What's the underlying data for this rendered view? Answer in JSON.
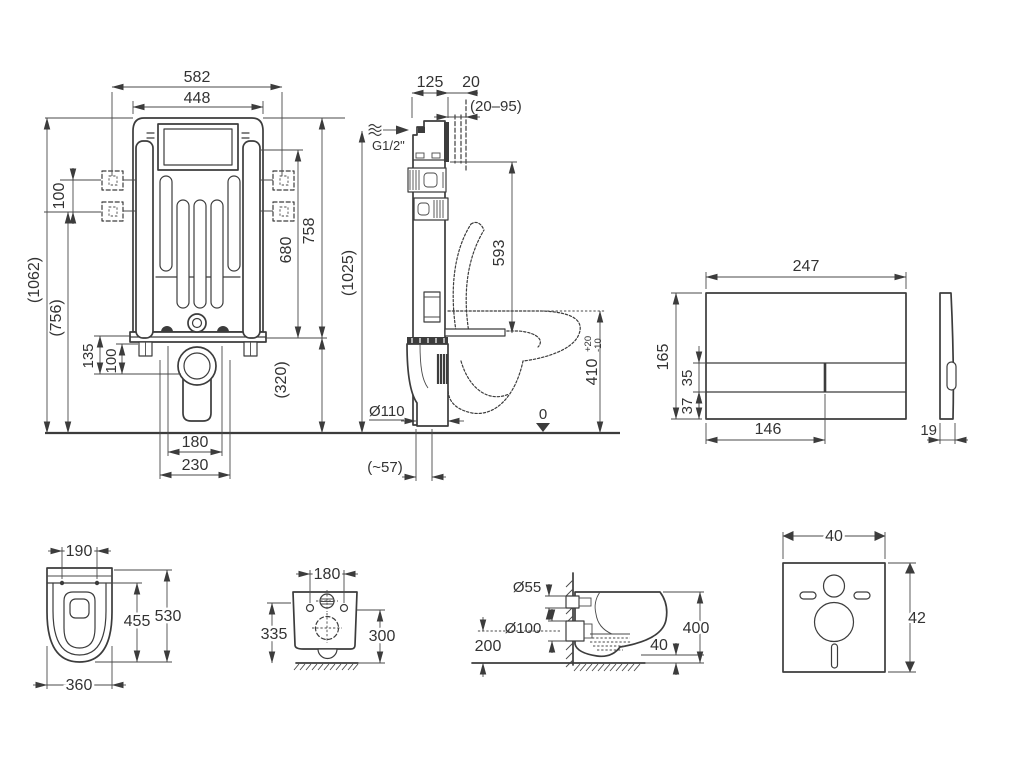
{
  "drawing_title": "wc-installation-dimensional-drawing",
  "ink_color": "#3c3c3c",
  "text_color": "#333333",
  "views": {
    "frame_front": {
      "dims": {
        "width_outer": "582",
        "width_inner": "448",
        "bracket_gap": "100",
        "total_height": "(1062)",
        "bracket_height": "(756)",
        "outlet_h1": "135",
        "outlet_h2": "100",
        "inner_height": "680",
        "frame_height": "758",
        "below_height": "(320)",
        "bolt_spacing": "180",
        "outlet_spacing": "230"
      }
    },
    "frame_side": {
      "dims": {
        "depth": "125",
        "wall_offset": "20",
        "wall_range": "(20–95)",
        "water_supply": "G1/2\"",
        "total_height": "(1025)",
        "flush_bend_height": "593",
        "bowl_height": "410",
        "tol_plus": "+20",
        "tol_minus": "-10",
        "outlet_dia": "Ø110",
        "floor_datum": "0",
        "outlet_offset": "(~57)"
      }
    },
    "flush_plate": {
      "dims": {
        "width": "247",
        "height": "165",
        "strip_height": "35",
        "strip_bottom": "37",
        "button_offset": "146",
        "thickness": "19"
      }
    },
    "bowl_top": {
      "dims": {
        "hole_spacing": "190",
        "depth_to_holes": "455",
        "depth": "530",
        "width": "360"
      }
    },
    "bowl_rear": {
      "dims": {
        "hole_spacing": "180",
        "height_left": "335",
        "height_right": "300"
      }
    },
    "bowl_side": {
      "dims": {
        "flush_dia": "Ø55",
        "outlet_dia": "Ø100",
        "outlet_height": "200",
        "height": "400",
        "water_depth": "40"
      }
    },
    "sound_pad": {
      "dims": {
        "width": "40",
        "height": "42"
      }
    }
  }
}
